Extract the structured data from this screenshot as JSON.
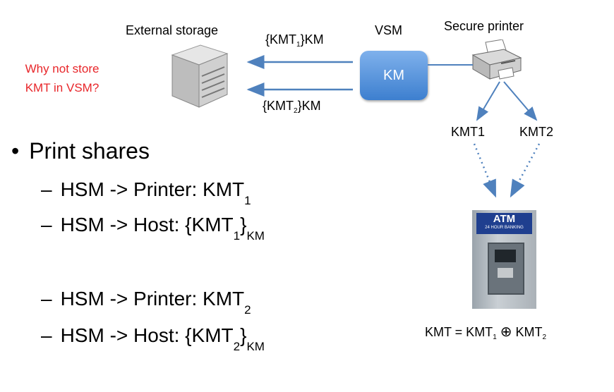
{
  "diagram": {
    "external_storage_label": "External storage",
    "vsm_label": "VSM",
    "secure_printer_label": "Secure printer",
    "km_box_label": "KM",
    "arrow1_prefix": "{KMT",
    "arrow1_sub": "1",
    "arrow1_suffix": "}KM",
    "arrow2_prefix": "{KMT",
    "arrow2_sub": "2",
    "arrow2_suffix": "}KM",
    "kmt1_label": "KMT1",
    "kmt2_label": "KMT2",
    "question_line1": "Why not store",
    "question_line2": "KMT in VSM?",
    "atm_sign": "ATM",
    "atm_sign_sub": "24 HOUR BANKING",
    "formula": {
      "lhs": "KMT = KMT",
      "sub1": "1",
      "op": "⊕",
      "rhs": "KMT",
      "sub2": "2"
    }
  },
  "bullets": {
    "main": "Print shares",
    "items": [
      {
        "dash": "–",
        "text": "HSM -> Printer: KMT",
        "sub": "1",
        "subsub": ""
      },
      {
        "dash": "–",
        "text": "HSM -> Host: {KMT",
        "sub": "1",
        "close": "}",
        "subsub": "KM"
      },
      {
        "dash": "–",
        "text": "HSM -> Printer: KMT",
        "sub": "2",
        "subsub": ""
      },
      {
        "dash": "–",
        "text": "HSM -> Host: {KMT",
        "sub": "2",
        "close": "}",
        "subsub": "KM"
      }
    ]
  },
  "colors": {
    "arrow": "#4f81bd",
    "question": "#e8262a",
    "km_box": "#3d7fcf"
  }
}
